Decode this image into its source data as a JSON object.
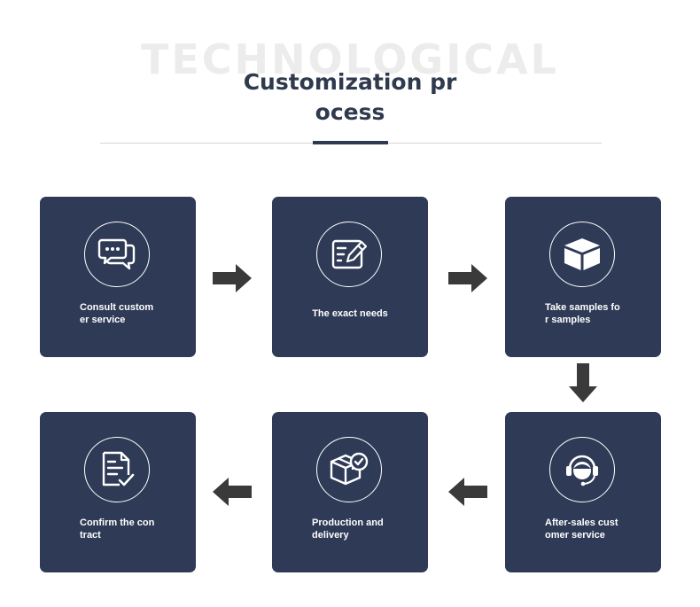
{
  "header": {
    "watermark": "TECHNOLOGICAL",
    "title_line1": "Customization pr",
    "title_line2": "ocess"
  },
  "steps": [
    {
      "line1": "Consult custom",
      "line2": "er service",
      "icon": "chat-bubbles-icon"
    },
    {
      "line1": "The exact needs",
      "line2": "",
      "icon": "edit-document-icon"
    },
    {
      "line1": "Take samples fo",
      "line2": "r samples",
      "icon": "cube-icon"
    },
    {
      "line1": "After-sales cust",
      "line2": "omer service",
      "icon": "headset-agent-icon"
    },
    {
      "line1": "Production and",
      "line2": "delivery",
      "icon": "box-check-icon"
    },
    {
      "line1": "Confirm the con",
      "line2": "tract",
      "icon": "contract-check-icon"
    }
  ],
  "colors": {
    "card": "#2e3a56",
    "title": "#2f3a4f",
    "arrow": "#3a3a3a",
    "watermark": "#ececec"
  }
}
